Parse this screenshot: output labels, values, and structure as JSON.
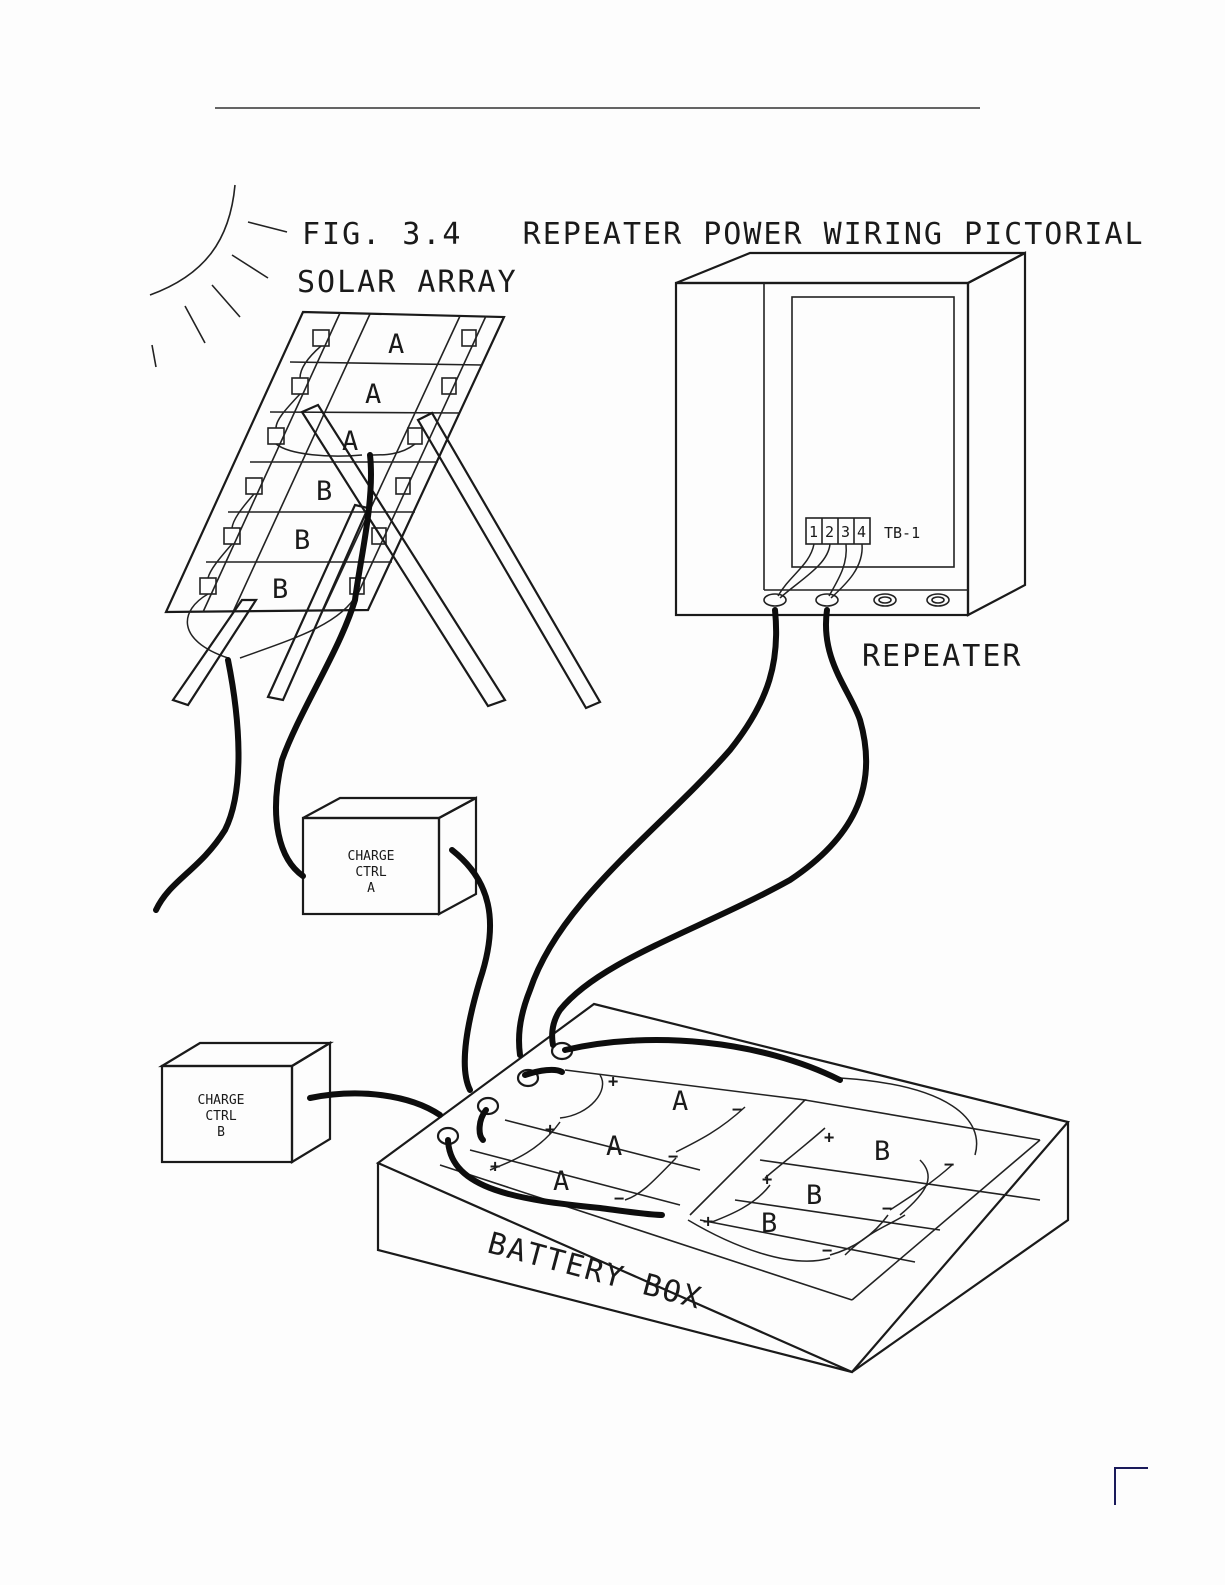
{
  "figure": {
    "title": "FIG. 3.4   REPEATER POWER WIRING PICTORIAL"
  },
  "labels": {
    "solar_array": "SOLAR ARRAY",
    "repeater": "REPEATER",
    "battery_box": "BATTERY BOX",
    "terminal_block": "TB-1",
    "terminals": [
      "1",
      "2",
      "3",
      "4"
    ],
    "charge_ctrl_a": [
      "CHARGE",
      "CTRL",
      "A"
    ],
    "charge_ctrl_b": [
      "CHARGE",
      "CTRL",
      "B"
    ]
  },
  "solar_panels": {
    "left_column": [
      "A",
      "A",
      "A",
      "B",
      "B",
      "B"
    ]
  },
  "batteries": {
    "group_a": [
      "A",
      "A",
      "A"
    ],
    "group_b": [
      "B",
      "B",
      "B"
    ],
    "plus": "+",
    "minus": "−"
  }
}
